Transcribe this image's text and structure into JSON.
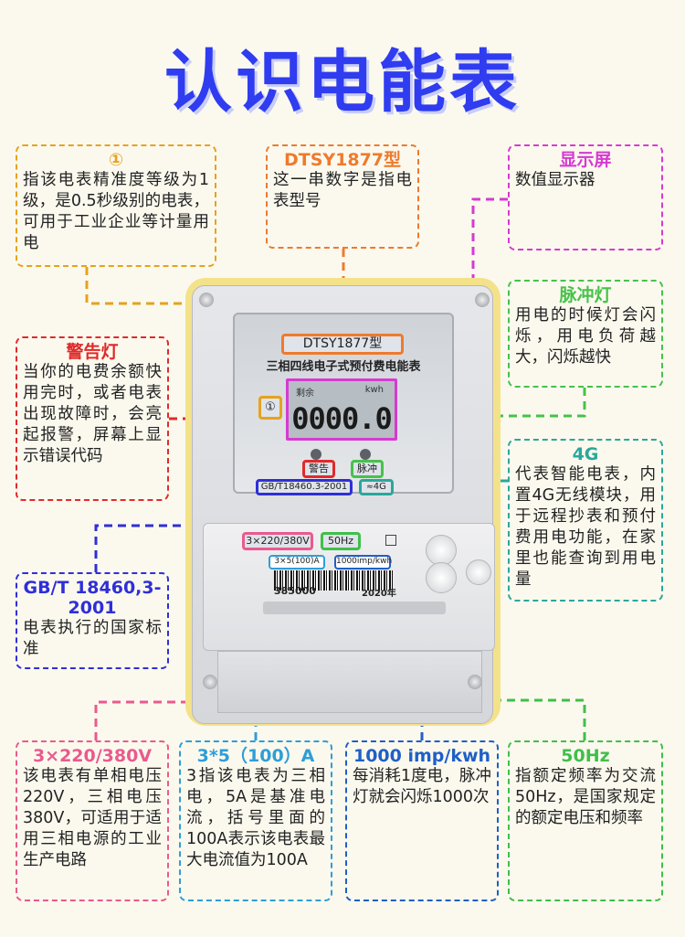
{
  "title": "认识电能表",
  "meter": {
    "model_label": "DTSY1877型",
    "full_name": "三相四线电子式预付费电能表",
    "accuracy_mark": "①",
    "lcd_left_label": "剩余",
    "lcd_right_label": "kwh",
    "lcd_digits": "0000.0",
    "alarm_label": "警告",
    "pulse_label": "脉冲",
    "standard_label": "GB/T18460.3-2001",
    "net_label": "4G",
    "voltage_label": "3×220/380V",
    "freq_label": "50Hz",
    "current_label": "3×5(100)A",
    "imp_label": "1000imp/kwh",
    "serial": "385000",
    "year": "2020年"
  },
  "callouts": {
    "accuracy": {
      "head": "①",
      "body": "指该电表精准度等级为1级，是0.5秒级别的电表，可用于工业企业等计量用电",
      "color": "#e6a21e"
    },
    "model": {
      "head": "DTSY1877型",
      "body": "这一串数字是指电表型号",
      "color": "#ef7a2c"
    },
    "display": {
      "head": "显示屏",
      "body": "数值显示器",
      "color": "#d63ad2"
    },
    "pulse": {
      "head": "脉冲灯",
      "body": "用电的时候灯会闪烁，用电负荷越大，闪烁越快",
      "color": "#46c24a"
    },
    "alarm": {
      "head": "警告灯",
      "body": "当你的电费余额快用完时，或者电表出现故障时，会亮起报警，屏幕上显示错误代码",
      "color": "#e02a2a"
    },
    "g4": {
      "head": "4G",
      "body": "代表智能电表，内置4G无线模块，用于远程抄表和预付费用电功能，在家里也能查询到用电量",
      "color": "#2aa89a"
    },
    "gbt": {
      "head": "GB/T 18460,3-2001",
      "body": "电表执行的国家标准",
      "color": "#2f2fd8"
    },
    "voltage": {
      "head": "3×220/380V",
      "body": "该电表有单相电压220V，三相电压380V，可适用于适用三相电源的工业生产电路",
      "color": "#ea5a8e"
    },
    "current": {
      "head": "3*5（100）A",
      "body": "3指该电表为三相电，5A是基准电流，括号里面的100A表示该电表最大电流值为100A",
      "color": "#2e9ed8"
    },
    "imp": {
      "head": "1000 imp/kwh",
      "body": "每消耗1度电，脉冲灯就会闪烁1000次",
      "color": "#1f5fc8"
    },
    "freq": {
      "head": "50Hz",
      "body": "指额定频率为交流50Hz，是国家规定的额定电压和频率",
      "color": "#3fbf4a"
    }
  }
}
